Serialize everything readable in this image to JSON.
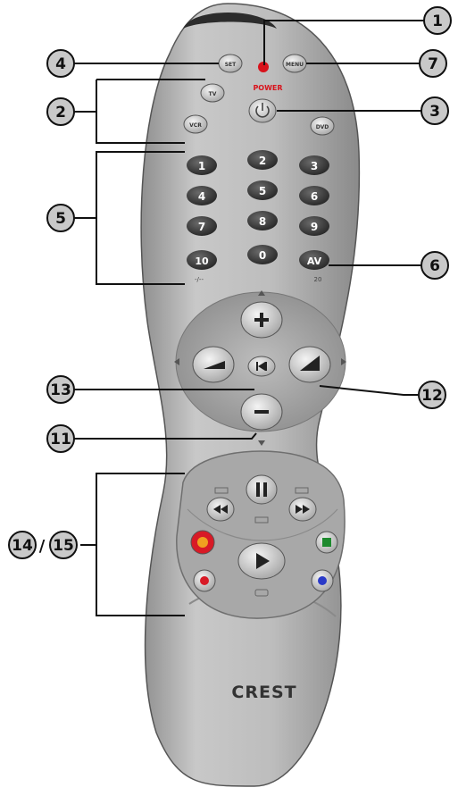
{
  "brand": "CREST",
  "power_label": "POWER",
  "key_labels": {
    "set": "SET",
    "menu": "MENU",
    "tv": "TV",
    "vcr": "VCR",
    "dvd": "DVD",
    "n1": "1",
    "n2": "2",
    "n3": "3",
    "n4": "4",
    "n5": "5",
    "n6": "6",
    "n7": "7",
    "n8": "8",
    "n9": "9",
    "n10": "10",
    "n0": "0",
    "av": "AV",
    "below_10": "-/--",
    "below_av": "20"
  },
  "callouts": {
    "c1": "1",
    "c2": "2",
    "c3": "3",
    "c4": "4",
    "c5": "5",
    "c6": "6",
    "c7": "7",
    "c11": "11",
    "c12": "12",
    "c13": "13",
    "c14": "14",
    "c15": "15",
    "sep": "/"
  },
  "colors": {
    "body": "#b9b9b9",
    "key_dark": "#3a3a3a",
    "power_led": "#d8121b",
    "red_key": "#d81a26",
    "green_key": "#1e8a2e",
    "blue_key": "#2a3ac8",
    "orange_key": "#f0a020"
  }
}
